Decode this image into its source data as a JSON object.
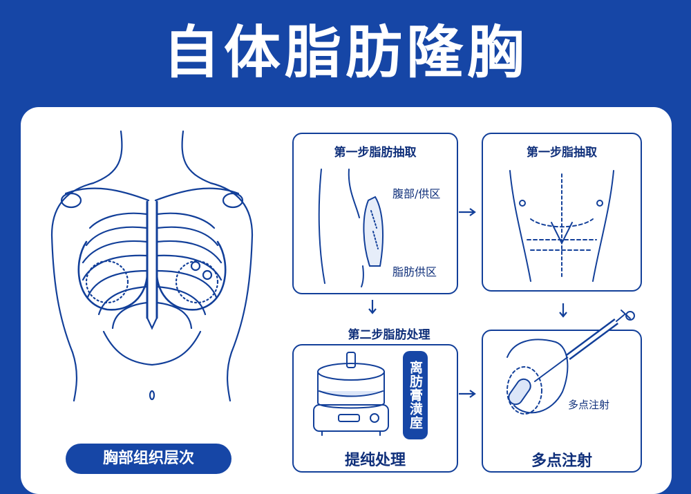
{
  "title": "自体脂肪隆胸",
  "left_panel": {
    "label": "胸部组织层次"
  },
  "step1_extraction": {
    "title": "第一步脂肪抽取",
    "labels": [
      "腹部/供区",
      "脂肪供区"
    ]
  },
  "step1_right": {
    "title": "第一步脂抽取"
  },
  "step2": {
    "title": "第二步脂肪处理",
    "badge": "离肪膏潢庢",
    "caption": "提纯处理"
  },
  "step3": {
    "label": "多点注射",
    "caption": "多点注射"
  },
  "colors": {
    "brand_blue": "#1646a6",
    "line_blue": "#123f99",
    "card_bg": "#ffffff"
  }
}
